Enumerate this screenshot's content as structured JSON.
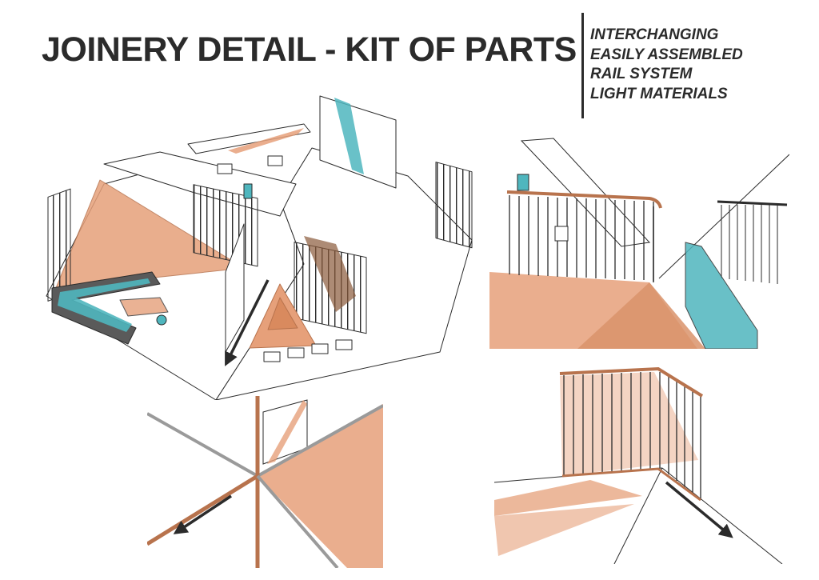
{
  "page": {
    "title": "JOINERY DETAIL - KIT OF PARTS",
    "features": [
      "INTERCHANGING",
      "EASILY ASSEMBLED",
      "RAIL SYSTEM",
      "LIGHT MATERIALS"
    ]
  },
  "palette": {
    "ink": "#2b2b2b",
    "timber": "#e6a07a",
    "timber_dark": "#b8734d",
    "teal": "#4fb6be",
    "sofa_grey": "#5a5a5a"
  }
}
